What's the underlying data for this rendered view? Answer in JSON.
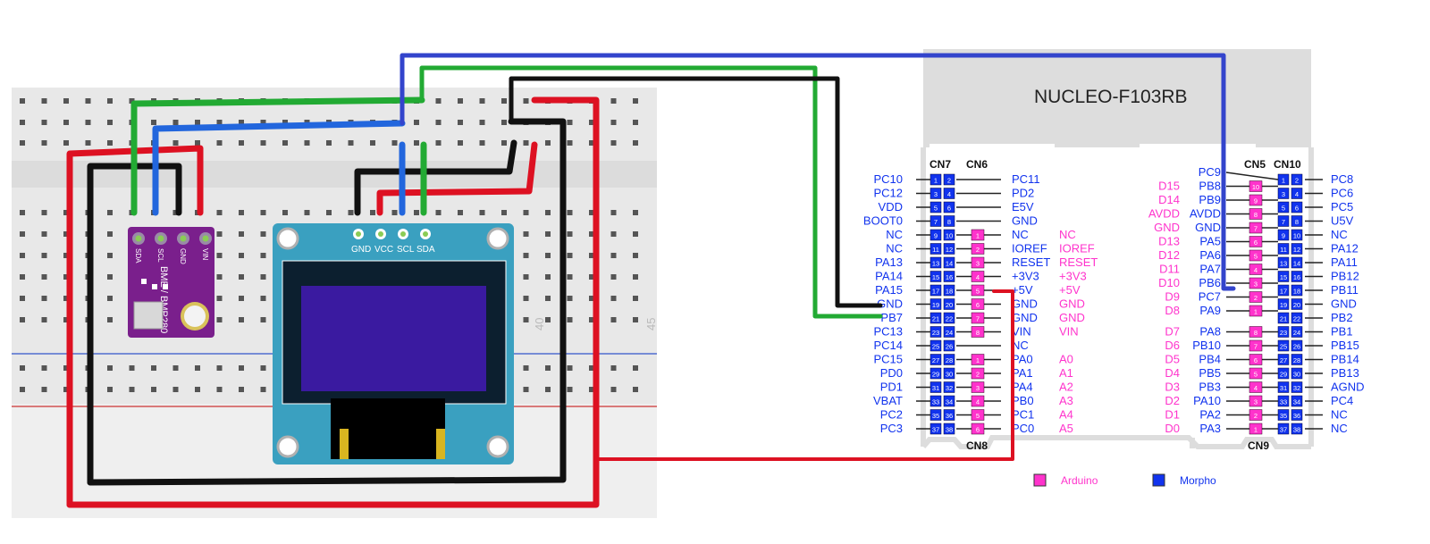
{
  "board": {
    "title": "NUCLEO-F103RB",
    "headers": {
      "cn7": "CN7",
      "cn6": "CN6",
      "cn8": "CN8",
      "cn5": "CN5",
      "cn10": "CN10",
      "cn9": "CN9"
    },
    "cn7_left": [
      "PC10",
      "PC12",
      "VDD",
      "BOOT0",
      "NC",
      "NC",
      "PA13",
      "PA14",
      "PA15",
      "GND",
      "PB7",
      "PC13",
      "PC14",
      "PC15",
      "PD0",
      "PD1",
      "VBAT",
      "PC2",
      "PC3"
    ],
    "cn7_right": [
      "PC11",
      "PD2",
      "E5V",
      "GND",
      "NC",
      "IOREF",
      "RESET",
      "+3V3",
      "+5V",
      "GND",
      "GND",
      "VIN",
      "NC",
      "PA0",
      "PA1",
      "PA4",
      "PB0",
      "PC1",
      "PC0"
    ],
    "cn6_arduino": [
      "",
      "",
      "",
      "",
      "NC",
      "IOREF",
      "RESET",
      "+3V3",
      "+5V",
      "GND",
      "GND",
      "VIN",
      "",
      "A0",
      "A1",
      "A2",
      "A3",
      "A4",
      "A5"
    ],
    "cn10_right": [
      "PC8",
      "PC6",
      "PC5",
      "U5V",
      "NC",
      "PA12",
      "PA11",
      "PB12",
      "PB11",
      "GND",
      "PB2",
      "PB1",
      "PB15",
      "PB14",
      "PB13",
      "AGND",
      "PC4",
      "NC",
      "NC"
    ],
    "cn10_left": [
      "PC9",
      "PB8",
      "PB9",
      "AVDD",
      "GND",
      "PA5",
      "PA6",
      "PA7",
      "PB6",
      "PC7",
      "PA9",
      "",
      "PA8",
      "PB10",
      "PB4",
      "PB5",
      "PB3",
      "PA10",
      "PA2",
      "PA3"
    ],
    "cn5_arduino": [
      "",
      "D15",
      "D14",
      "AVDD",
      "GND",
      "D13",
      "D12",
      "D11",
      "D10",
      "D9",
      "D8",
      "",
      "D7",
      "D6",
      "D5",
      "D4",
      "D3",
      "D2",
      "D1",
      "D0"
    ],
    "pin_nums_left": [
      "1",
      "2",
      "3",
      "4",
      "5",
      "6",
      "7",
      "8",
      "9",
      "10",
      "11",
      "12",
      "13",
      "14",
      "15",
      "16",
      "17",
      "18",
      "19",
      "20",
      "21",
      "22",
      "23",
      "24",
      "25",
      "26",
      "27",
      "28",
      "29",
      "30",
      "31",
      "32",
      "33",
      "34",
      "35",
      "36",
      "37",
      "38"
    ],
    "cn6_nums": [
      "1",
      "2",
      "3",
      "4",
      "5",
      "6",
      "7",
      "8"
    ],
    "cn8_nums": [
      "1",
      "2",
      "3",
      "4",
      "5",
      "6"
    ],
    "cn5_nums": [
      "10",
      "9",
      "8",
      "7",
      "6",
      "5",
      "4",
      "3",
      "2",
      "1"
    ],
    "cn9_nums": [
      "8",
      "7",
      "6",
      "5",
      "4",
      "3",
      "2",
      "1"
    ]
  },
  "legend": {
    "arduino": "Arduino",
    "morpho": "Morpho"
  },
  "oled": {
    "pins": [
      "GND",
      "VCC",
      "SCL",
      "SDA"
    ]
  },
  "sensor": {
    "name": "BME / BMP280",
    "pins": [
      "SDA",
      "SCL",
      "GND",
      "VIN"
    ]
  },
  "breadboard": {
    "col40": "40",
    "col45": "45"
  },
  "colors": {
    "arduino": "#ff33cc",
    "morpho": "#1133ee",
    "wire_red": "#dd1122",
    "wire_black": "#111111",
    "wire_green": "#22aa33",
    "wire_blue": "#2266dd",
    "wire_dblue": "#3344cc",
    "pcb_purple": "#7a1f8c",
    "oled_pcb": "#3aa0c0"
  }
}
